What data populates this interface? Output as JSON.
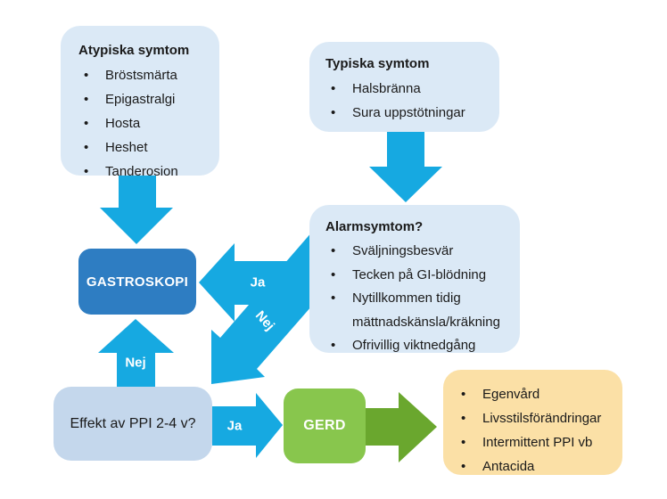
{
  "diagram": {
    "type": "flowchart",
    "language": "Swedish",
    "topic": "GERD / reflux symptom triage"
  },
  "colors": {
    "background": "#ffffff",
    "box_light_blue": "#dbe9f6",
    "box_steel_blue": "#c4d7ec",
    "box_dark_blue": "#2e7dc2",
    "box_green": "#88c64d",
    "box_orange": "#fbe0a6",
    "arrow_blue": "#16a9e1",
    "arrow_green": "#6aa72e",
    "text_dark": "#1a1a1a",
    "label_white": "#ffffff"
  },
  "boxes": {
    "atypiska": {
      "title": "Atypiska symtom",
      "items": [
        "Bröstsmärta",
        "Epigastralgi",
        "Hosta",
        "Heshet",
        "Tanderosion"
      ]
    },
    "typiska": {
      "title": "Typiska symtom",
      "items": [
        "Halsbränna",
        "Sura uppstötningar"
      ]
    },
    "alarm": {
      "title": "Alarmsymtom?",
      "items": [
        "Sväljningsbesvär",
        "Tecken på GI-blödning",
        "Nytillkommen tidig mättnadskänsla/kräkning",
        "Ofrivillig viktnedgång"
      ]
    },
    "gastroskopi": {
      "label": "GASTROSKOPI"
    },
    "effekt": {
      "label": "Effekt av PPI 2-4 v?"
    },
    "gerd": {
      "label": "GERD"
    },
    "treatment": {
      "items": [
        "Egenvård",
        "Livsstilsförändringar",
        "Intermittent PPI vb",
        "Antacida"
      ]
    }
  },
  "arrow_labels": {
    "alarm_yes": "Ja",
    "alarm_no": "Nej",
    "ppi_no": "Nej",
    "ppi_yes": "Ja"
  }
}
